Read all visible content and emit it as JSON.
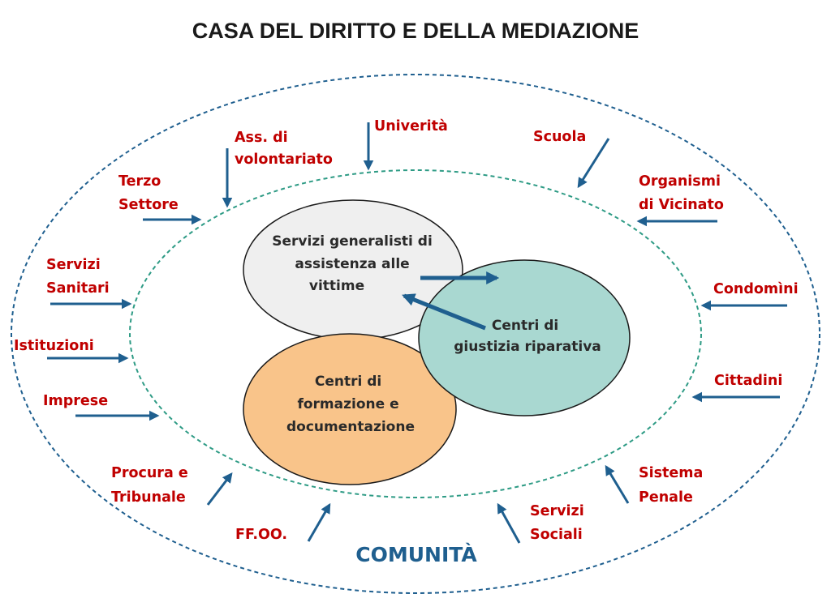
{
  "title": "CASA DEL DIRITTO E DELLA MEDIAZIONE",
  "community_label": "COMUNITÀ",
  "centers": {
    "victims": [
      "Servizi generalisti di",
      "assistenza alle",
      "vittime"
    ],
    "training": [
      "Centri di",
      "formazione e",
      "documentazione"
    ],
    "restorative": [
      "Centri di",
      "giustizia riparativa"
    ]
  },
  "actors": {
    "ass_volontariato": [
      "Ass. di",
      "volontariato"
    ],
    "universita": [
      "Univerità"
    ],
    "scuola": [
      "Scuola"
    ],
    "terzo_settore": [
      "Terzo",
      "Settore"
    ],
    "organismi_vicinato": [
      "Organismi",
      "di Vicinato"
    ],
    "servizi_sanitari": [
      "Servizi",
      "Sanitari"
    ],
    "condomini": [
      "Condomìni"
    ],
    "istituzioni": [
      "Istituzioni"
    ],
    "cittadini": [
      "Cittadini"
    ],
    "imprese": [
      "Imprese"
    ],
    "procura_tribunale": [
      "Procura e",
      "Tribunale"
    ],
    "sistema_penale": [
      "Sistema",
      "Penale"
    ],
    "ffoo": [
      "FF.OO."
    ],
    "servizi_sociali": [
      "Servizi",
      "Sociali"
    ]
  },
  "colors": {
    "actor_text": "#c00000",
    "arrow": "#1f5f8f",
    "outer_ring": "#1f5f8f",
    "inner_ring": "#2e9b85",
    "victims_fill": "#efefef",
    "training_fill": "#f9c48a",
    "restorative_fill": "#a9d8d1"
  }
}
